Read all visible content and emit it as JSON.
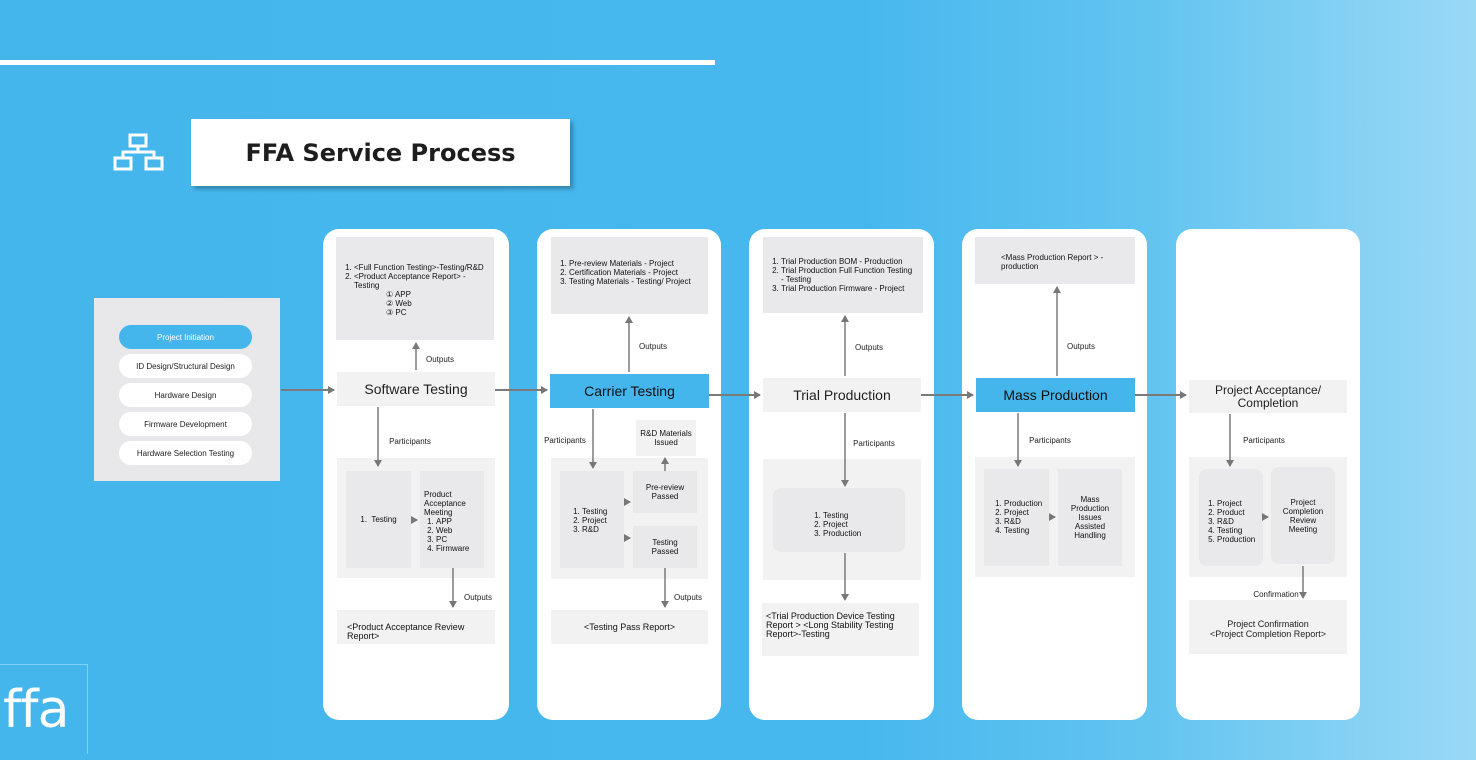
{
  "title": "FFA Service Process",
  "logo_text": "ffa",
  "left_panel": {
    "items": [
      "Project Initiation",
      "ID Design/Structural Design",
      "Hardware Design",
      "Firmware Development",
      "Hardware Selection Testing"
    ]
  },
  "labels": {
    "outputs": "Outputs",
    "participants": "Participants",
    "confirmation": "Confirmation"
  },
  "stages": {
    "software": {
      "title": "Software Testing",
      "outputs_top": [
        "<Full Function Testing>-Testing/R&D",
        "<Product Acceptance Report> - Testing"
      ],
      "platforms": [
        "① APP",
        "② Web",
        "③ PC"
      ],
      "participants": [
        "Testing"
      ],
      "meeting_title": "Product Acceptance Meeting",
      "meeting_items": [
        "APP",
        "Web",
        "PC",
        "Firmware"
      ],
      "report": "<Product Acceptance Review Report>"
    },
    "carrier": {
      "title": "Carrier Testing",
      "outputs_top": [
        "Pre-review Materials - Project",
        "Certification Materials - Project",
        "Testing Materials - Testing/ Project"
      ],
      "rd_issued": "R&D Materials Issued",
      "participants": [
        "Testing",
        "Project",
        "R&D"
      ],
      "pre_review": "Pre-review Passed",
      "testing_passed": "Testing Passed",
      "report": "<Testing Pass Report>"
    },
    "trial": {
      "title": "Trial Production",
      "outputs_top": [
        "Trial Production BOM - Production",
        "Trial Production Full Function Testing - Testing",
        "Trial Production Firmware - Project"
      ],
      "participants": [
        "Testing",
        "Project",
        "Production"
      ],
      "report": "<Trial Production Device Testing Report >   <Long Stability Testing Report>-Testing"
    },
    "mass": {
      "title": "Mass Production",
      "outputs_top": "<Mass Production Report > - production",
      "participants": [
        "Production",
        "Project",
        "R&D",
        "Testing"
      ],
      "issues": "Mass Production Issues Assisted Handling"
    },
    "acceptance": {
      "title": "Project Acceptance/ Completion",
      "participants": [
        "Project",
        "Product",
        "R&D",
        "Testing",
        "Production"
      ],
      "meeting": "Project Completion Review Meeting",
      "confirmation_line1": "Project Confirmation",
      "confirmation_line2": "<Project Completion Report>"
    }
  },
  "colors": {
    "background": "#45b6ec",
    "accent": "#45b6ec",
    "card": "#ffffff",
    "panel": "#e9e9eb"
  }
}
